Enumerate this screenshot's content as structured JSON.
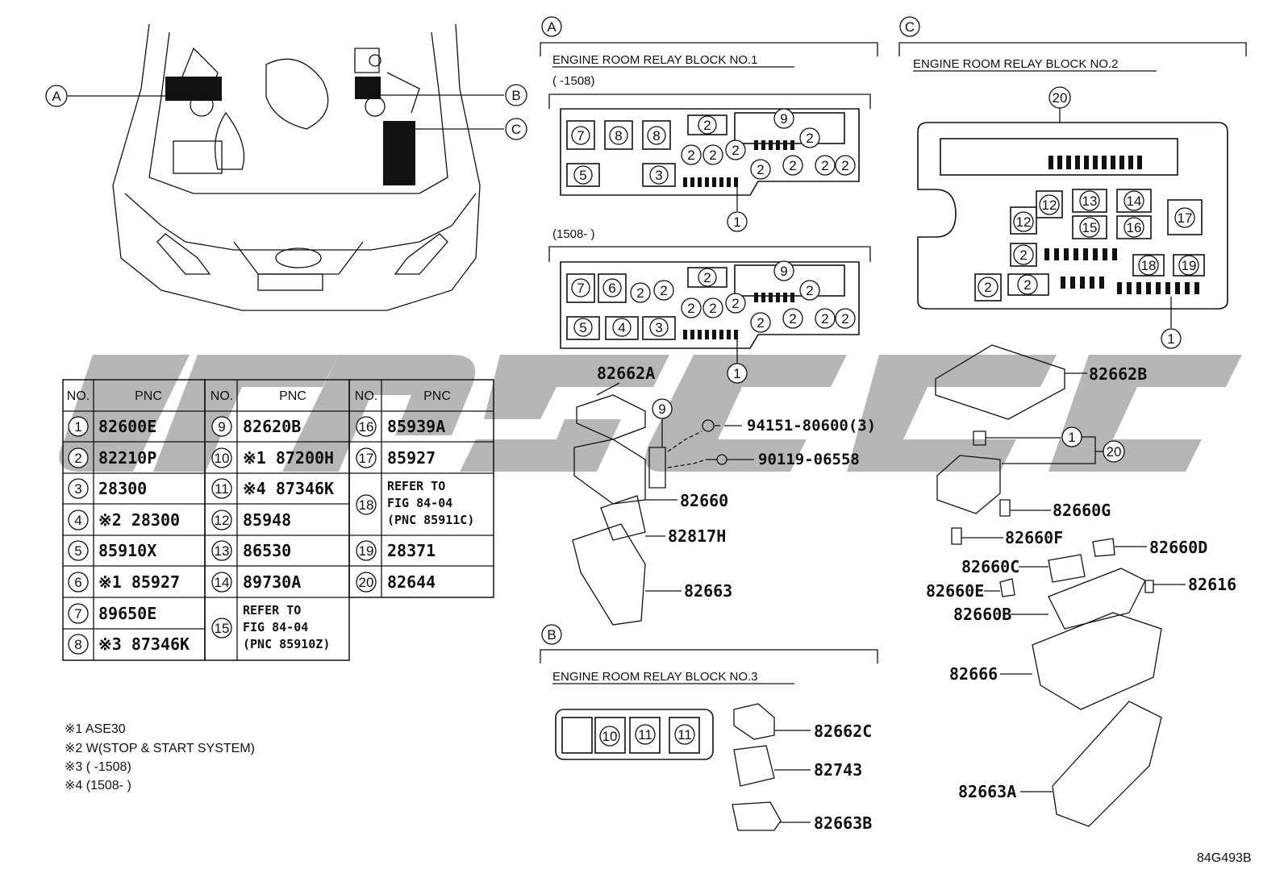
{
  "section_labels": {
    "a": "A",
    "b": "B",
    "c": "C"
  },
  "blocks": {
    "no1": {
      "title": "ENGINE ROOM RELAY BLOCK NO.1",
      "variant_early": "(      -1508)",
      "variant_late": "(1508-      )"
    },
    "no2": {
      "title": "ENGINE ROOM RELAY BLOCK NO.2"
    },
    "no3": {
      "title": "ENGINE ROOM RELAY BLOCK NO.3"
    }
  },
  "part_numbers": {
    "p82662A": "82662A",
    "p94151": "94151-80600(3)",
    "p90119": "90119-06558",
    "p82660": "82660",
    "p82817H": "82817H",
    "p82663": "82663",
    "p82662B": "82662B",
    "p82660G": "82660G",
    "p82660F": "82660F",
    "p82660D": "82660D",
    "p82660C": "82660C",
    "p82660E": "82660E",
    "p82616": "82616",
    "p82660B": "82660B",
    "p82666": "82666",
    "p82663A": "82663A",
    "p82662C": "82662C",
    "p82743": "82743",
    "p82663B": "82663B"
  },
  "table": {
    "headers": {
      "no": "NO.",
      "pnc": "PNC"
    },
    "col1": [
      {
        "no": "1",
        "pnc": "82600E"
      },
      {
        "no": "2",
        "pnc": "82210P"
      },
      {
        "no": "3",
        "pnc": "28300"
      },
      {
        "no": "4",
        "pnc": "※2 28300"
      },
      {
        "no": "5",
        "pnc": "85910X"
      },
      {
        "no": "6",
        "pnc": "※1 85927"
      },
      {
        "no": "7",
        "pnc": "89650E"
      },
      {
        "no": "8",
        "pnc": "※3 87346K"
      }
    ],
    "col2": [
      {
        "no": "9",
        "pnc": "82620B"
      },
      {
        "no": "10",
        "pnc": "※1 87200H"
      },
      {
        "no": "11",
        "pnc": "※4 87346K"
      },
      {
        "no": "12",
        "pnc": "85948"
      },
      {
        "no": "13",
        "pnc": "86530"
      },
      {
        "no": "14",
        "pnc": "89730A"
      },
      {
        "no": "15",
        "pnc_l1": "REFER TO",
        "pnc_l2": "FIG 84-04",
        "pnc_l3": "(PNC 85910Z)"
      }
    ],
    "col3": [
      {
        "no": "16",
        "pnc": "85939A"
      },
      {
        "no": "17",
        "pnc": "85927"
      },
      {
        "no": "18",
        "pnc_l1": "REFER TO",
        "pnc_l2": "FIG 84-04",
        "pnc_l3": "(PNC 85911C)"
      },
      {
        "no": "19",
        "pnc": "28371"
      },
      {
        "no": "20",
        "pnc": "82644"
      }
    ]
  },
  "notes": [
    "※1 ASE30",
    "※2 W(STOP & START SYSTEM)",
    "※3 (      -1508)",
    "※4 (1508-      )"
  ],
  "figure_code": "84G493B"
}
